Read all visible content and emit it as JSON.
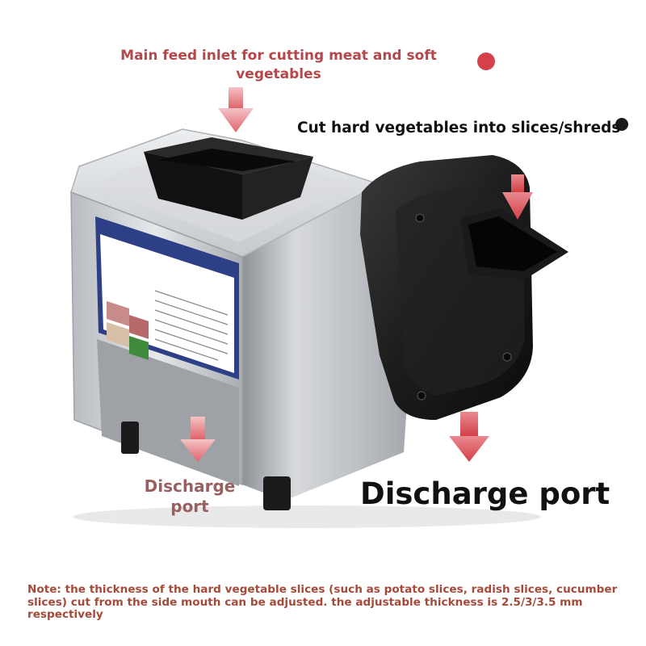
{
  "labels": {
    "main_inlet": "Main feed inlet for cutting meat and soft vegetables",
    "side_inlet": "Cut hard vegetables into slices/shreds",
    "discharge_left": "Discharge port",
    "discharge_right": "Discharge port"
  },
  "note": "Note: the thickness of the hard vegetable slices (such as potato slices, radish slices, cucumber slices) cut from the side mouth can be adjusted. the adjustable thickness is 2.5/3/3.5 mm respectively",
  "colors": {
    "arrow": "#e8848a",
    "arrow_dark": "#d9545c",
    "label_red": "#b5474a",
    "steel": "#c9ccd0",
    "black_housing": "#1a1a1a",
    "panel_blue": "#2d3f86"
  },
  "icons": [
    "arrow-down-icon"
  ]
}
